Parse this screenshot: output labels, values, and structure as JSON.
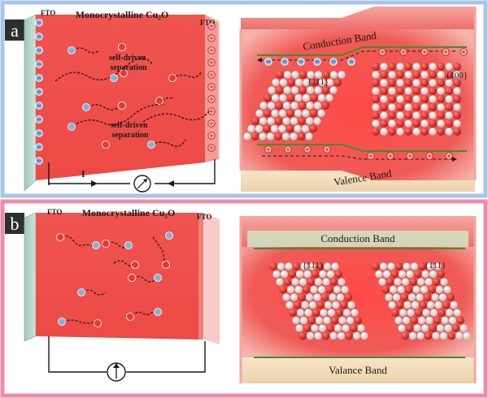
{
  "colors": {
    "panel_a_frame": "#a9c3ea",
    "panel_b_frame": "#f08aa8",
    "crystal_red": "#ef4a45",
    "band_green": "#3f8f2a",
    "electron_blue": "#7fb2e0",
    "hole_red": "#e23a34",
    "atom_red": "#d8201c",
    "atom_white": "#f2f2f2"
  },
  "panel_a": {
    "label": "a",
    "title": "Monocrystalline Cu₂O",
    "fto_left": "FTO",
    "fto_right": "FTO",
    "annotation_upper": "self-driven\nseparation",
    "annotation_lower": "self-driven\nseparation",
    "current_label": "I",
    "meter_icon": "ammeter-icon",
    "conduction_band": "Conduction Band",
    "valence_band": "Valence Band",
    "facet_left": "{111}",
    "facet_right": "{100}"
  },
  "panel_b": {
    "label": "b",
    "title": "Monocrystalline Cu₂O",
    "fto_left": "FTO",
    "fto_right": "FTO",
    "meter_icon": "ammeter-icon",
    "conduction_band": "Conduction Band",
    "valence_band": "Valance Band",
    "facet_left": "{111}",
    "facet_right": "{111}"
  }
}
